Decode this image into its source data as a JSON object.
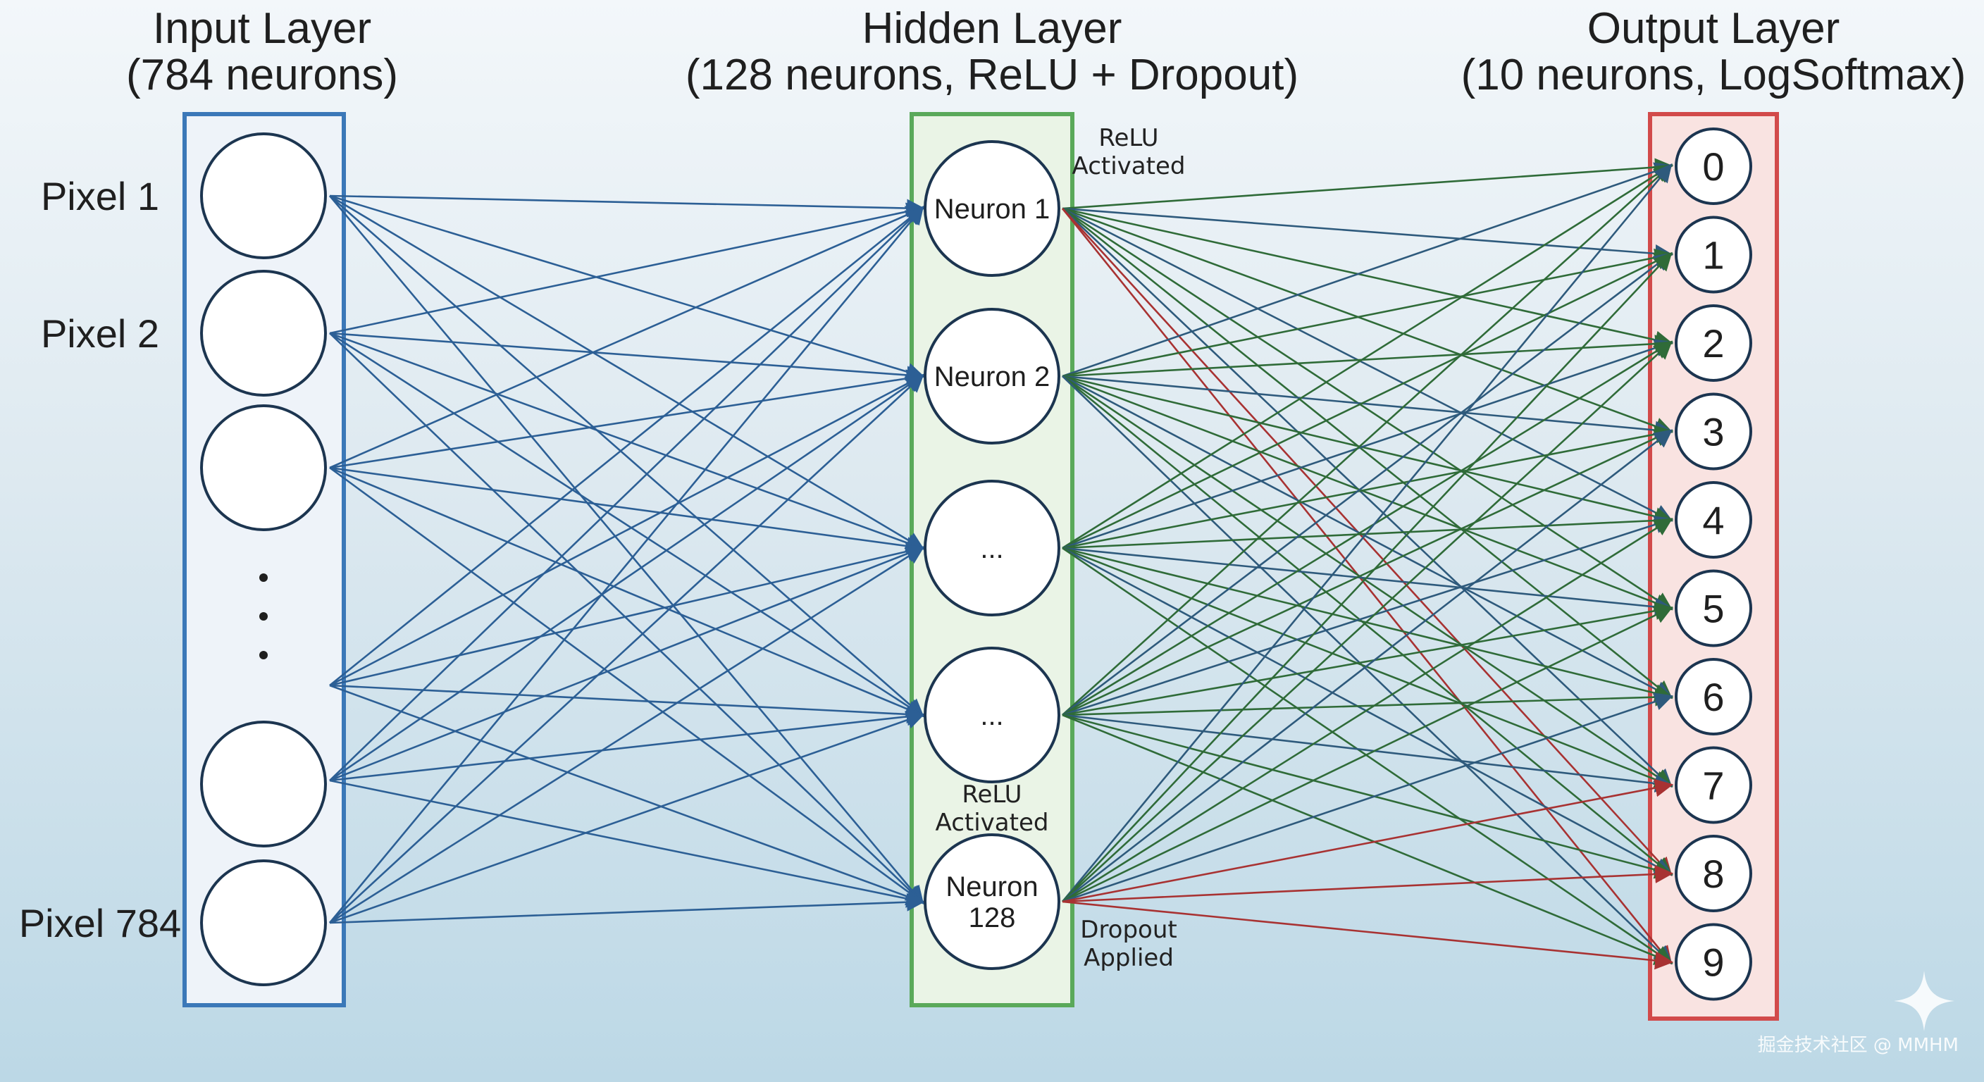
{
  "titles": {
    "input": {
      "line1": "Input Layer",
      "line2": "(784 neurons)"
    },
    "hidden": {
      "line1": "Hidden Layer",
      "line2": "(128 neurons, ReLU + Dropout)"
    },
    "output": {
      "line1": "Output Layer",
      "line2": "(10 neurons, LogSoftmax)"
    }
  },
  "input_nodes": [
    {
      "label": "Pixel 1"
    },
    {
      "label": "Pixel 2"
    },
    {
      "label": ""
    },
    {
      "label": ""
    },
    {
      "label": "Pixel 784"
    }
  ],
  "input_ellipsis": "⋮",
  "hidden_nodes": [
    {
      "lines": [
        "Neuron 1"
      ]
    },
    {
      "lines": [
        "Neuron 2"
      ]
    },
    {
      "lines": [
        "..."
      ]
    },
    {
      "lines": [
        "..."
      ]
    },
    {
      "lines": [
        "Neuron",
        "128"
      ]
    }
  ],
  "output_nodes": [
    "0",
    "1",
    "2",
    "3",
    "4",
    "5",
    "6",
    "7",
    "8",
    "9"
  ],
  "annotations": {
    "relu_top": {
      "line1": "ReLU",
      "line2": "Activated"
    },
    "relu_mid": {
      "line1": "ReLU",
      "line2": "Activated"
    },
    "dropout": {
      "line1": "Dropout",
      "line2": "Applied"
    }
  },
  "watermark": "掘金技术社区 @ MMHM",
  "colors": {
    "input_stroke": "#3b78b8",
    "input_fill": "#eef3f9",
    "hidden_stroke": "#5aa95a",
    "hidden_fill": "#eaf4e6",
    "output_stroke": "#d24a4a",
    "output_fill": "#f9e3e1",
    "blue_edge": "#2c5f95",
    "green_edge": "#2f6b38",
    "slate_edge": "#2e5a7c",
    "red_edge": "#a83232"
  }
}
